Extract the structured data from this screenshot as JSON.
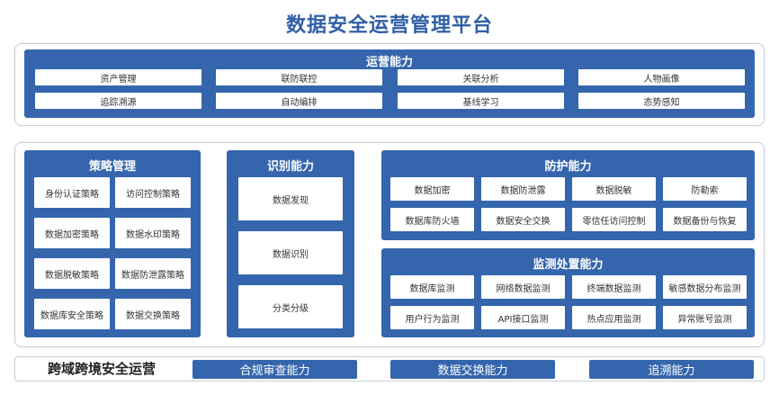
{
  "title": "数据安全运营管理平台",
  "ops": {
    "title": "运营能力",
    "row1": [
      "资产管理",
      "联防联控",
      "关联分析",
      "人物画像"
    ],
    "row2": [
      "追踪溯源",
      "自动编排",
      "基线学习",
      "态势感知"
    ]
  },
  "policy": {
    "title": "策略管理",
    "items": [
      "身份认证策略",
      "访问控制策略",
      "数据加密策略",
      "数据水印策略",
      "数据脱敏策略",
      "数据防泄露策略",
      "数据库安全策略",
      "数据交换策略"
    ]
  },
  "identify": {
    "title": "识别能力",
    "items": [
      "数据发现",
      "数据识别",
      "分类分级"
    ]
  },
  "protect": {
    "title": "防护能力",
    "items": [
      "数据加密",
      "数据防泄露",
      "数据脱敏",
      "防勒索",
      "数据库防火墙",
      "数据安全交换",
      "零信任访问控制",
      "数据备份与恢复"
    ]
  },
  "monitor": {
    "title": "监测处置能力",
    "items": [
      "数据库监测",
      "网络数据监测",
      "终端数据监测",
      "敏感数据分布监测",
      "用户行为监测",
      "API接口监测",
      "热点应用监测",
      "异常账号监测"
    ]
  },
  "bottom": {
    "label": "跨域跨境安全运营",
    "buttons": [
      "合规审查能力",
      "数据交换能力",
      "追溯能力"
    ]
  }
}
